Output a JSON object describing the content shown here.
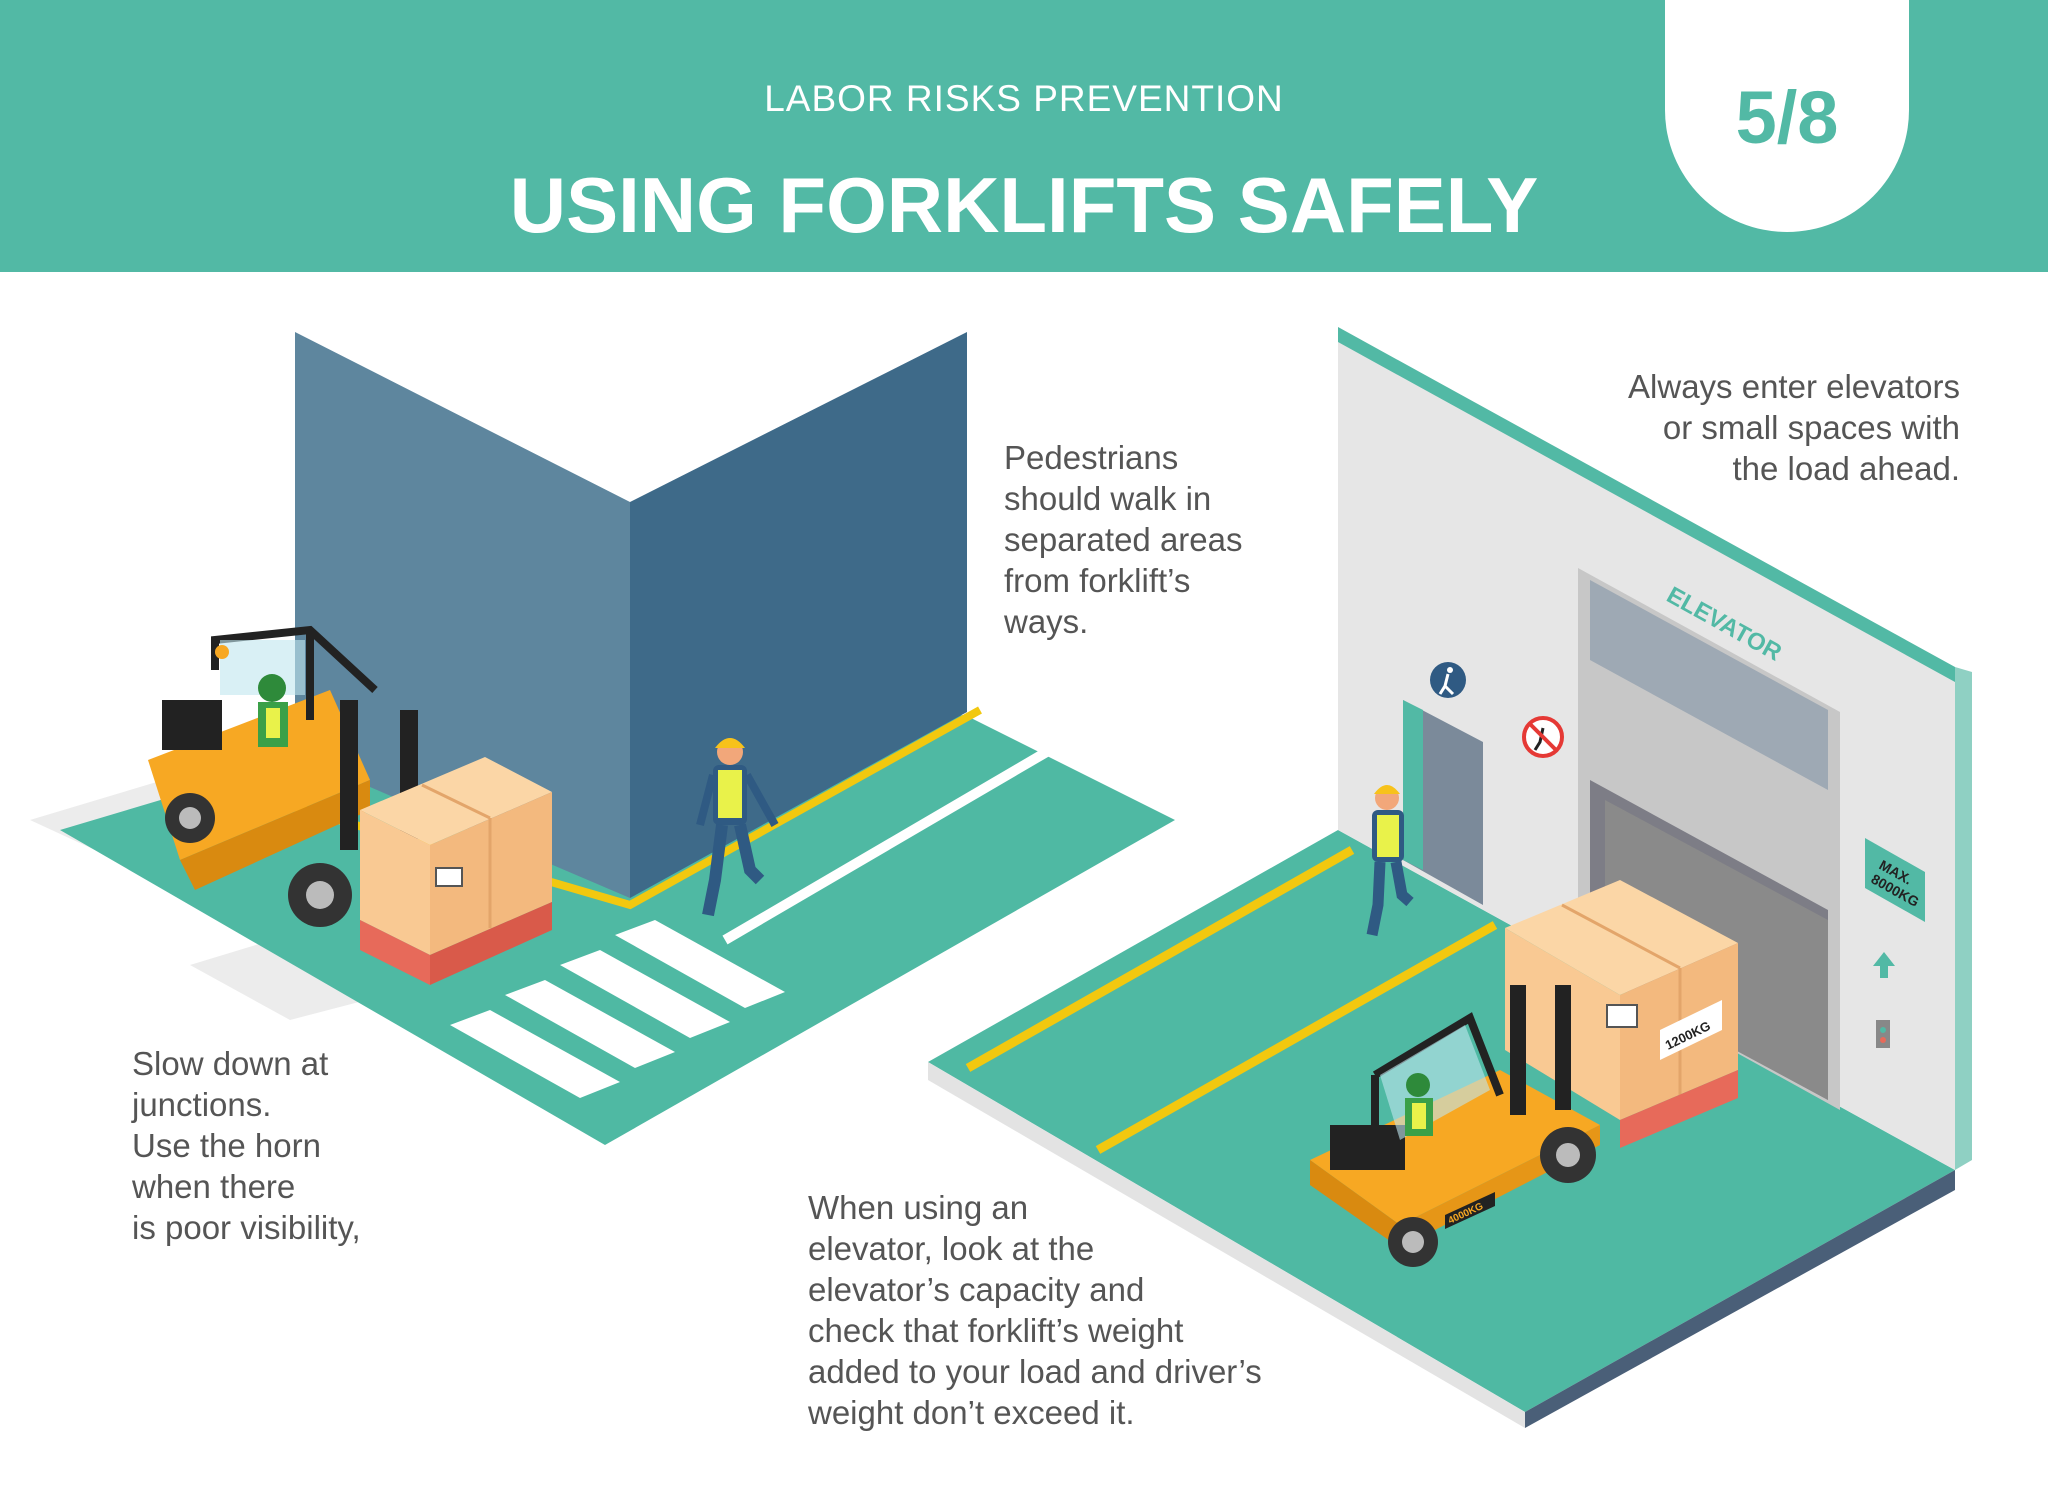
{
  "header": {
    "subtitle": "LABOR RISKS PREVENTION",
    "title": "USING FORKLIFTS SAFELY",
    "page_indicator": "5/8"
  },
  "captions": {
    "pedestrians": "Pedestrians\nshould walk in\nseparated areas\nfrom forklift’s\nways.",
    "elevator_entry": "Always enter elevators\nor small spaces with\nthe load ahead.",
    "slow_down": "Slow down at\njunctions.\nUse the horn\nwhen there\n is poor visibility,",
    "elevator_capacity": "When using an\nelevator, look at the\nelevator’s capacity and\ncheck that forklift’s weight\nadded to your load and driver’s\nweight don’t exceed it."
  },
  "illustration_labels": {
    "elevator_sign": "ELEVATOR",
    "max_capacity_line1": "MAX.",
    "max_capacity_line2": "8000KG",
    "crate_weight": "1200KG",
    "forklift_weight": "4000KG"
  },
  "colors": {
    "brand_teal": "#52b9a5",
    "floor_teal": "#4fb9a3",
    "wall_blue_dark": "#3e6a89",
    "wall_blue_light": "#5e869e",
    "forklift_yellow": "#f7a823",
    "crate_tan": "#f9c993",
    "lane_yellow": "#f2c80f",
    "text_gray": "#555555"
  },
  "icons": [
    "pedestrian-sign-icon",
    "no-pedestrians-sign-icon",
    "up-arrow-icon",
    "elevator-button-icon"
  ]
}
